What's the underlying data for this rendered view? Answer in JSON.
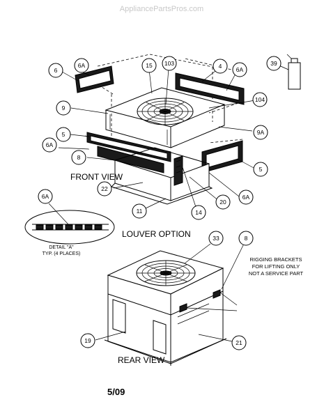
{
  "watermark": "AppliancePartsPros.com",
  "labels": {
    "front_view": "FRONT VIEW",
    "louver_option": "LOUVER OPTION",
    "rear_view": "REAR VIEW",
    "detail_line1": "DETAIL \"A\"",
    "detail_line2": "TYP. (4 PLACES)",
    "rigging_line1": "RIGGING BRACKETS",
    "rigging_line2": "FOR LIFTING ONLY",
    "rigging_line3": "NOT A SERVICE PART",
    "date_code": "5/09"
  },
  "callouts": {
    "c6": "6",
    "c6a_top": "6A",
    "c15": "15",
    "c103": "103",
    "c4": "4",
    "c6a_right": "6A",
    "c39": "39",
    "c9": "9",
    "c104": "104",
    "c5_left": "5",
    "c9a": "9A",
    "c6a_left": "6A",
    "c8_front": "8",
    "c5_right": "5",
    "c22": "22",
    "c6a_lower": "6A",
    "c20": "20",
    "c11": "11",
    "c14": "14",
    "c6a_detail": "6A",
    "c33": "33",
    "c8_rear": "8",
    "c19": "19",
    "c21": "21"
  }
}
